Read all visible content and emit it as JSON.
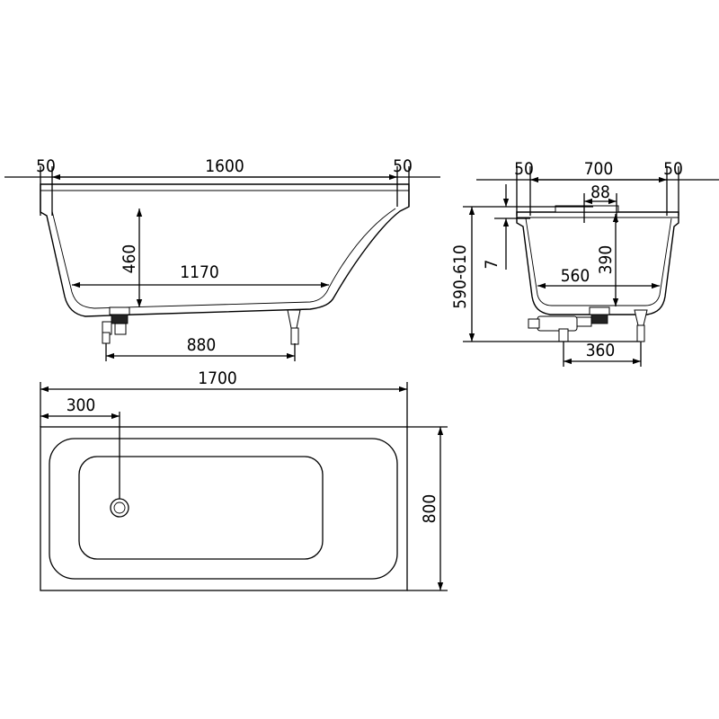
{
  "side_view": {
    "dim_left_rim": "50",
    "dim_length_inner": "1600",
    "dim_right_rim": "50",
    "dim_depth": "460",
    "dim_bottom_length": "1170",
    "dim_feet_spacing": "880"
  },
  "end_view": {
    "dim_left_rim": "50",
    "dim_width_inner": "700",
    "dim_right_rim": "50",
    "dim_overflow": "88",
    "dim_height_total": "590-610",
    "dim_offset": "7",
    "dim_depth": "390",
    "dim_bottom_width": "560",
    "dim_feet_spacing": "360"
  },
  "top_view": {
    "dim_length_total": "1700",
    "dim_drain_offset": "300",
    "dim_width_total": "800"
  }
}
